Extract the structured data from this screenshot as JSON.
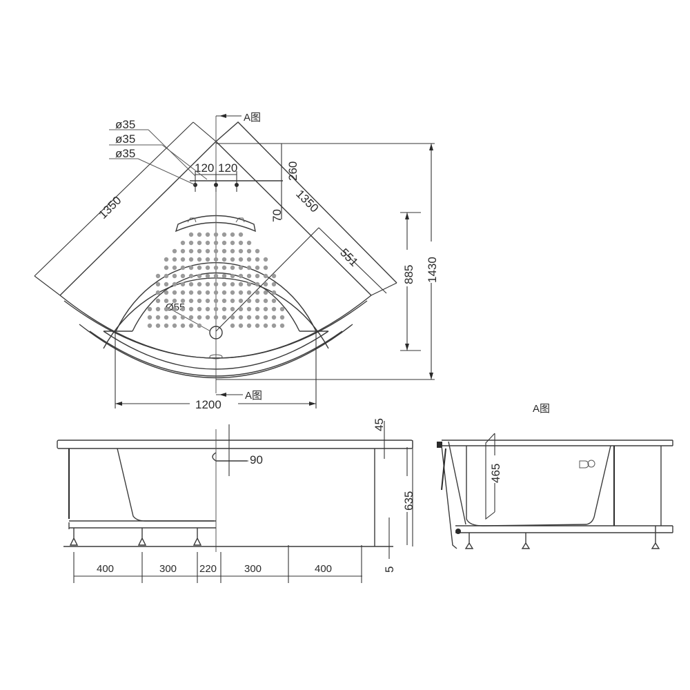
{
  "title": "Corner bathtub dimensional drawing",
  "plan_view": {
    "diameter_labels": [
      "ø35",
      "ø35",
      "ø35"
    ],
    "section_marker_top": "A图",
    "section_marker_bottom": "A图",
    "dims": {
      "side_left": "1350",
      "side_right": "1350",
      "spacing_left": "120",
      "spacing_right": "120",
      "top_offset": "260",
      "rim_offset": "70",
      "diagonal_inner": "551",
      "inner_depth": "885",
      "overall_depth": "1430",
      "overall_width": "1200",
      "drain_diameter": "Ø55"
    }
  },
  "front_view": {
    "dims": {
      "rim_thickness": "45",
      "overflow_height": "90",
      "total_height": "635",
      "foot_clearance": "5",
      "feet_spacing": [
        "400",
        "300",
        "220",
        "300",
        "400"
      ]
    }
  },
  "section_view": {
    "title": "A图",
    "dims": {
      "inner_depth": "465"
    }
  },
  "colors": {
    "line": "#3a3a3a",
    "dots": "#9a9a9a",
    "background": "#ffffff"
  }
}
